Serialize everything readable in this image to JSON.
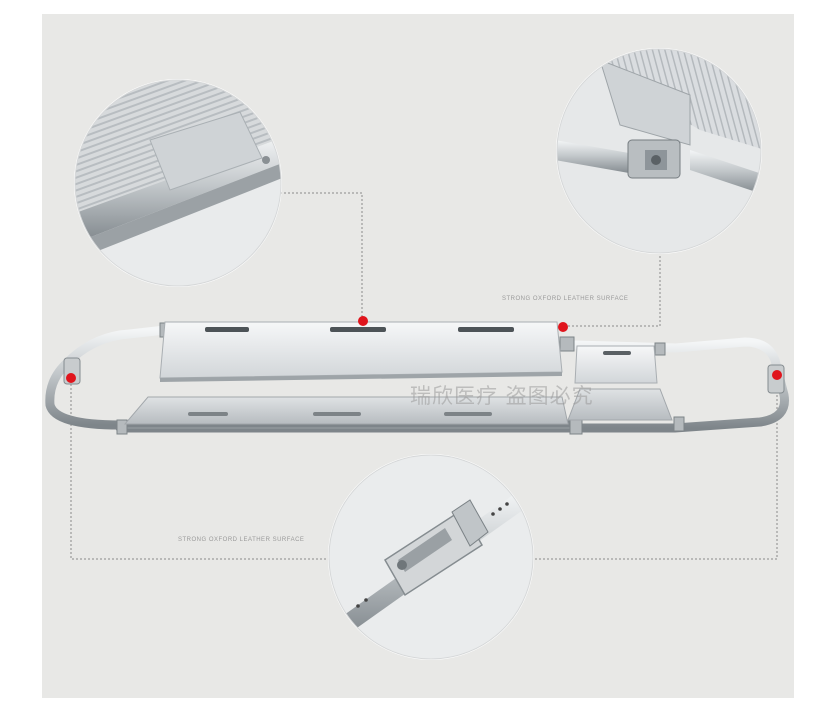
{
  "product": {
    "caption_upper": "STRONG OXFORD LEATHER SURFACE",
    "caption_lower": "STRONG OXFORD LEATHER SURFACE",
    "watermark": "瑞欣医疗 盗图必究"
  },
  "colors": {
    "background": "#e8e8e6",
    "aluminum": "#c9cdd0",
    "marker": "#e0141c",
    "leader_line": "#8a8a8a"
  }
}
